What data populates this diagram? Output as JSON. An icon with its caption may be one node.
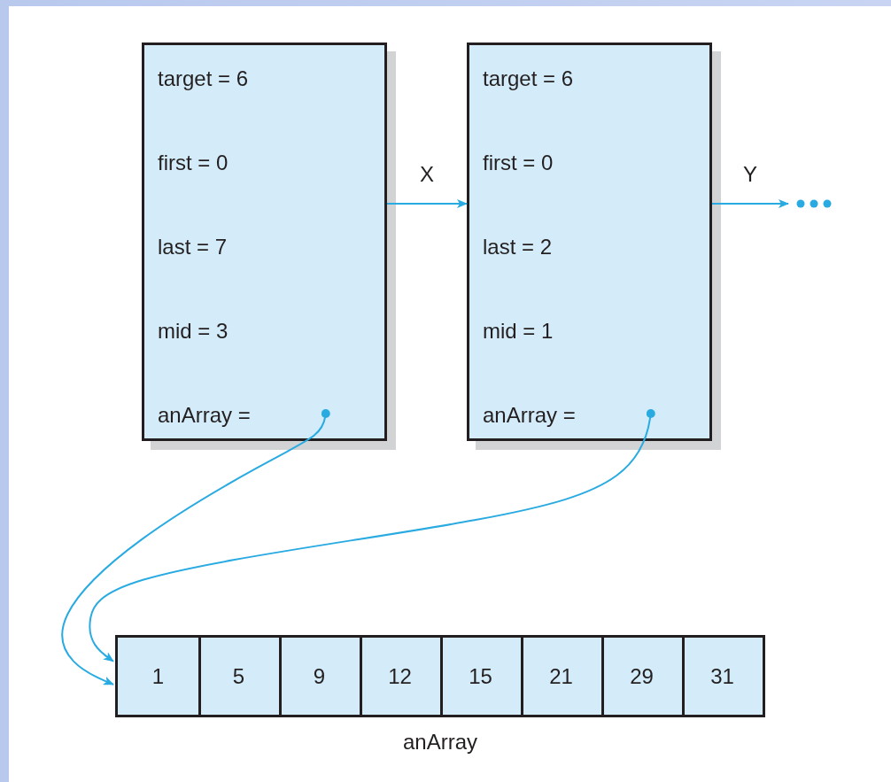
{
  "diagram": {
    "nodes": [
      {
        "text": [
          "target = 6",
          "first = 0",
          "last = 7",
          "mid = 3",
          "anArray ="
        ]
      },
      {
        "text": [
          "target = 6",
          "first = 0",
          "last = 2",
          "mid = 1",
          "anArray ="
        ]
      },
      {
        "text": [],
        "shape": "box",
        "beside": [
          "anArray"
        ]
      },
      {
        "text": [
          "1"
        ],
        "in": 2
      },
      {
        "text": [
          "5"
        ],
        "in": 2
      },
      {
        "text": [
          "9"
        ],
        "in": 2
      },
      {
        "text": [
          "12"
        ],
        "in": 2
      },
      {
        "text": [
          "15"
        ],
        "in": 2
      },
      {
        "text": [
          "21"
        ],
        "in": 2
      },
      {
        "text": [
          "29"
        ],
        "in": 2
      },
      {
        "text": [
          "31"
        ],
        "in": 2
      }
    ],
    "edges": [
      {
        "from": 0,
        "to": 1,
        "arrow": "to",
        "label": "X"
      },
      {
        "from": 1,
        "to": null,
        "arrow": "to",
        "label": "Y"
      },
      {
        "from": 0,
        "to": 2,
        "arrow": "to"
      },
      {
        "from": 1,
        "to": 2,
        "arrow": "to"
      }
    ]
  }
}
